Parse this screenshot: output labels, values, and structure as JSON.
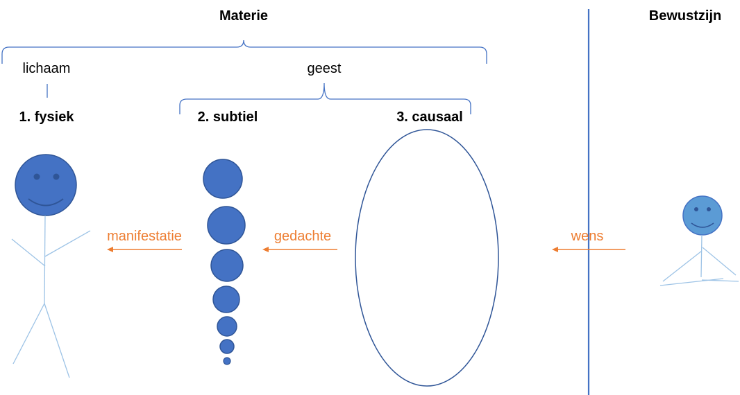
{
  "headings": {
    "materie": "Materie",
    "bewustzijn": "Bewustzijn"
  },
  "groups": {
    "lichaam": "lichaam",
    "geest": "geest"
  },
  "levels": {
    "fysiek": "1. fysiek",
    "subtiel": "2. subtiel",
    "causaal": "3. causaal"
  },
  "arrows": {
    "manifestatie": "manifestatie",
    "gedachte": "gedachte",
    "wens": "wens"
  },
  "colors": {
    "bracket": "#4472c4",
    "figure_fill": "#4472c4",
    "figure_line": "#9dc3e6",
    "arrow": "#ed7d31",
    "divider": "#4472c4",
    "meditator_fill": "#5b9bd5"
  }
}
